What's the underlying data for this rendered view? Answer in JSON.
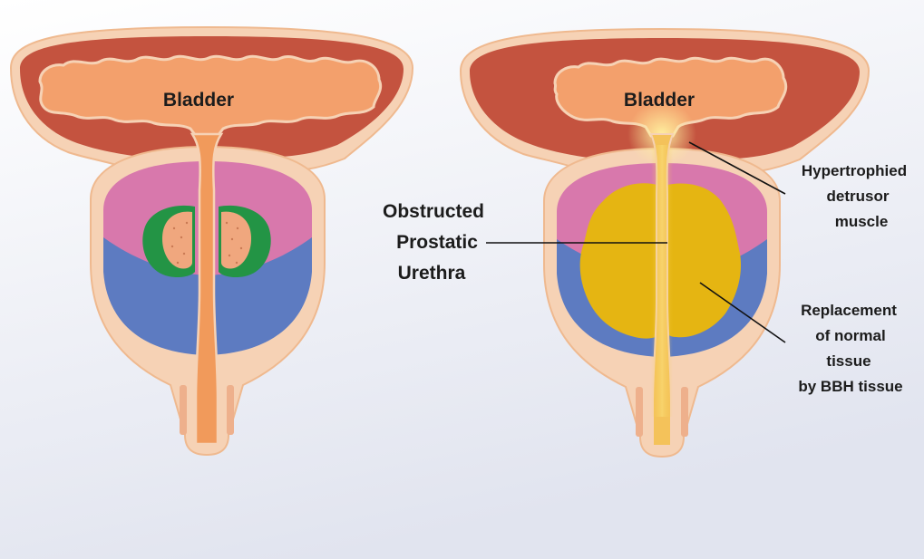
{
  "labels": {
    "left_bladder": "Bladder",
    "right_bladder": "Bladder",
    "obstructed": [
      "Obstructed",
      "Prostatic",
      "Urethra"
    ],
    "hypertrophied": [
      "Hypertrophied",
      "detrusor",
      "muscle"
    ],
    "replacement": [
      "Replacement",
      "of normal",
      "tissue",
      "by BBH tissue"
    ]
  },
  "colors": {
    "background_top": "#ffffff",
    "background_bottom": "#e3e6f0",
    "capsule": "#f6d2b5",
    "capsule_outline": "#efb98f",
    "bladder_wall": "#c4533f",
    "bladder_lumen": "#f3a06c",
    "urethra": "#f19a5b",
    "prostate_pink": "#d878ac",
    "prostate_blue": "#5d7bc1",
    "nodule_green": "#239445",
    "nodule_core": "#f0a77e",
    "bph_tissue": "#e5b512",
    "text": "#1c1c1c"
  }
}
